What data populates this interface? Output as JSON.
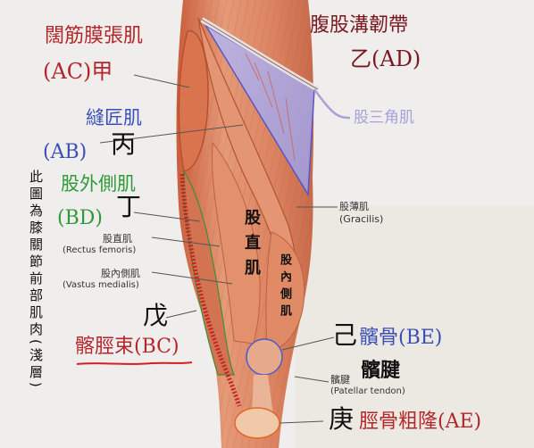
{
  "labels": {
    "ac_name": "闊筋膜張肌",
    "ac_code": "(AC)甲",
    "ab_name": "縫匠肌",
    "ab_code": "(AB)",
    "ab_stem": "丙",
    "bd_name": "股外側肌",
    "bd_code": "(BD)",
    "bd_stem": "丁",
    "ad_name": "腹股溝韌帶",
    "ad_code": "乙(AD)",
    "triangle": "股三角肌",
    "gracilis_cn": "股薄肌",
    "gracilis_en": "(Gracilis)",
    "rectus_cn": "股直肌",
    "rectus_en": "(Rectus femoris)",
    "medialis_cn": "股內側肌",
    "medialis_en": "(Vastus medialis)",
    "rectus_big": "股直肌",
    "medialis_big": "股內側肌",
    "wu": "戊",
    "bc": "髂脛束(BC)",
    "ji": "己",
    "be": "髕骨(BE)",
    "pat_tendon_big": "髕腱",
    "pat_tendon_cn": "髕腱",
    "pat_tendon_en": "(Patellar tendon)",
    "geng": "庚",
    "ae": "脛骨粗隆(AE)",
    "side_note": "此圖為膝關節前部肌肉(淺層)"
  },
  "colors": {
    "red": "#b4262a",
    "blue": "#3b4fb8",
    "green": "#2f9a3a",
    "dark_red": "#7a1820",
    "lavender": "#a7a2d8",
    "muscle": "#d97d5c"
  }
}
